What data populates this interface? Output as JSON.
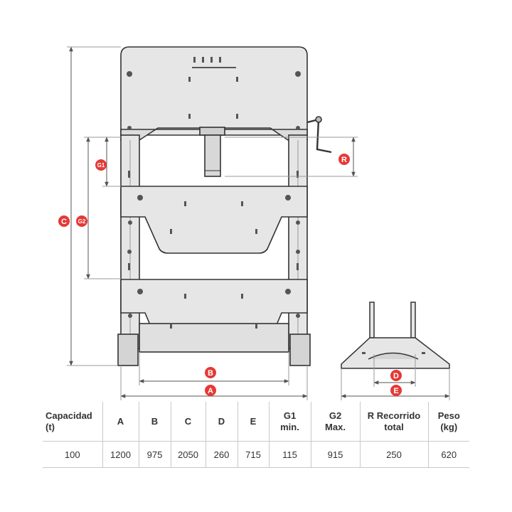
{
  "labels": {
    "A": "A",
    "B": "B",
    "C": "C",
    "D": "D",
    "E": "E",
    "G1": "G1",
    "G2": "G2",
    "R": "R"
  },
  "colors": {
    "marker": "#e53935",
    "frame_fill": "#e6e6e6",
    "frame_stroke": "#333333",
    "dimension_line": "#555555"
  },
  "table": {
    "headers": [
      [
        "Capacidad",
        "(t)"
      ],
      [
        "A"
      ],
      [
        "B"
      ],
      [
        "C"
      ],
      [
        "D"
      ],
      [
        "E"
      ],
      [
        "G1",
        "min."
      ],
      [
        "G2",
        "Max."
      ],
      [
        "R Recorrido",
        "total"
      ],
      [
        "Peso",
        "(kg)"
      ]
    ],
    "rows": [
      [
        "100",
        "1200",
        "975",
        "2050",
        "260",
        "715",
        "115",
        "915",
        "250",
        "620"
      ]
    ]
  }
}
